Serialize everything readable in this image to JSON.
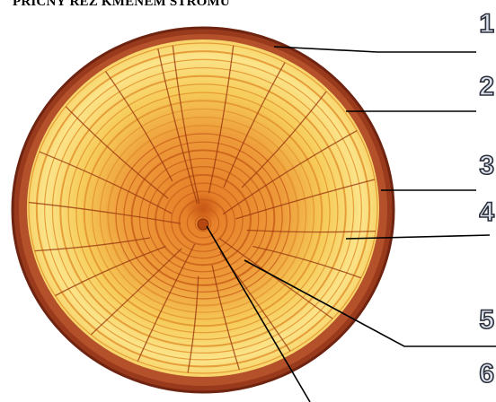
{
  "title": "PŘÍČNÝ ŘEZ KMENEM STROMU",
  "labels": [
    "1",
    "2",
    "3",
    "4",
    "5",
    "6"
  ],
  "colors": {
    "bark": "#9a3a1c",
    "bark_dark": "#6e2410",
    "sapwood": "#f6d35a",
    "sapwood_light": "#fbe58a",
    "heartwood": "#e98a2c",
    "ring_line": "#d2701f",
    "pith": "#c55414"
  },
  "pointed_parts": [
    "bark",
    "cambium / inner bark",
    "sapwood",
    "sapwood",
    "heartwood ring",
    "pith"
  ]
}
